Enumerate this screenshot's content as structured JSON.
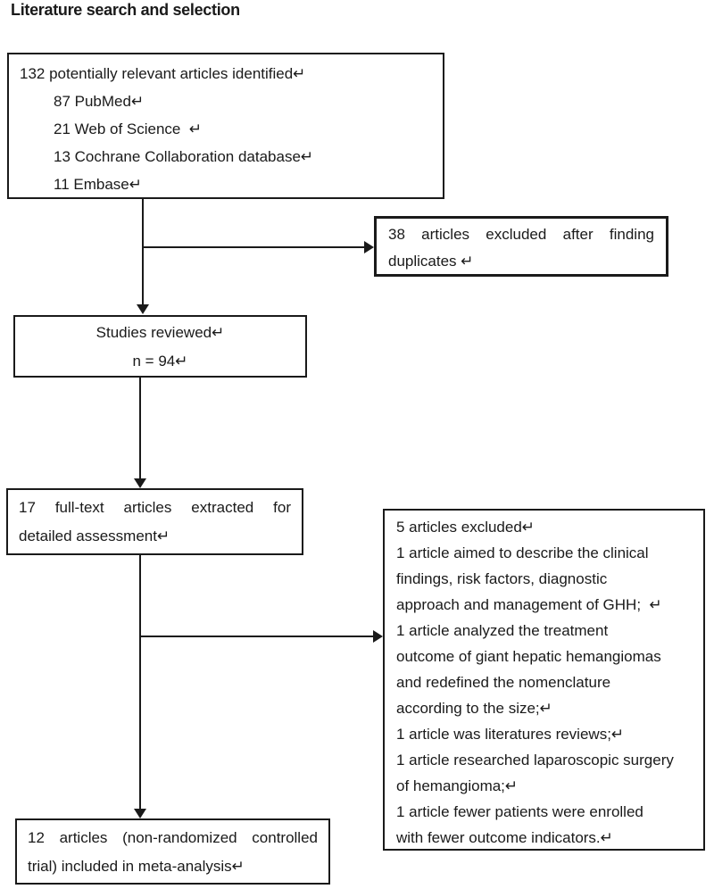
{
  "figure": {
    "title": "Literature search and selection",
    "ink_color": "#1a1a1a",
    "background_color": "#ffffff",
    "return_mark": "↵"
  },
  "boxes": {
    "identified": {
      "lines": [
        "132 potentially relevant articles identified↵",
        "87 PubMed↵",
        "21 Web of Science  ↵",
        "13 Cochrane Collaboration database↵",
        "11 Embase↵"
      ]
    },
    "duplicates_excluded": {
      "lines": [
        "38 articles excluded after finding",
        "duplicates ↵"
      ]
    },
    "reviewed": {
      "lines": [
        "Studies reviewed↵",
        "n = 94↵"
      ]
    },
    "fulltext_extracted": {
      "lines": [
        "17 full-text articles extracted for",
        "detailed assessment↵"
      ]
    },
    "excluded_details": {
      "lines": [
        "5 articles excluded↵",
        "1 article aimed to describe the clinical",
        "findings, risk factors, diagnostic",
        "approach and management of GHH;  ↵",
        "1 article analyzed the treatment",
        "outcome of giant hepatic hemangiomas",
        "and redefined the nomenclature",
        "according to the size;↵",
        "1 article was literatures reviews;↵",
        "1 article researched laparoscopic surgery",
        "of hemangioma;↵",
        "1 article fewer patients were enrolled",
        "with fewer outcome indicators.↵"
      ]
    },
    "included": {
      "lines": [
        "12 articles (non-randomized controlled",
        "trial) included in meta-analysis↵"
      ]
    }
  }
}
